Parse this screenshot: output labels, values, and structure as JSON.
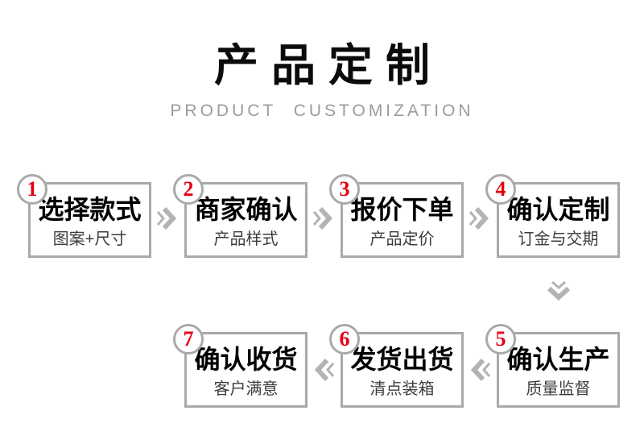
{
  "header": {
    "title": "产品定制",
    "subtitle": "PRODUCT CUSTOMIZATION"
  },
  "colors": {
    "background": "#ffffff",
    "box_border_gray": "#a9a9a9",
    "arrow_gray": "#b3b3b3",
    "number_red": "#e60012",
    "title_black": "#0b0b0b",
    "subtitle_gray": "#9b9b9b",
    "box_subtext_gray": "#3d3d3d"
  },
  "steps": [
    {
      "num": "1",
      "title": "选择款式",
      "subtitle": "图案+尺寸"
    },
    {
      "num": "2",
      "title": "商家确认",
      "subtitle": "产品样式"
    },
    {
      "num": "3",
      "title": "报价下单",
      "subtitle": "产品定价"
    },
    {
      "num": "4",
      "title": "确认定制",
      "subtitle": "订金与交期"
    },
    {
      "num": "5",
      "title": "确认生产",
      "subtitle": "质量监督"
    },
    {
      "num": "6",
      "title": "发货出货",
      "subtitle": "清点装箱"
    },
    {
      "num": "7",
      "title": "确认收货",
      "subtitle": "客户满意"
    }
  ],
  "flow": {
    "top_row_left_to_right": [
      "1",
      "2",
      "3",
      "4"
    ],
    "bottom_row_right_to_left": [
      "5",
      "6",
      "7"
    ]
  }
}
